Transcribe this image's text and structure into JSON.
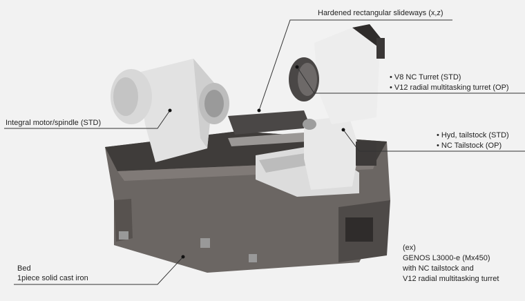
{
  "labels": {
    "slideways": "Hardened rectangular slideways (x,z)",
    "turret": [
      "• V8 NC Turret (STD)",
      "• V12 radial multitasking turret (OP)"
    ],
    "tailstock": [
      "• Hyd, tailstock (STD)",
      "• NC Tailstock (OP)"
    ],
    "spindle": "Integral motor/spindle (STD)",
    "bed": [
      "Bed",
      "1piece solid cast iron"
    ]
  },
  "caption": [
    "(ex)",
    "GENOS L3000-e (Mx450)",
    "with NC tailstock and",
    "V12 radial multitasking turret"
  ],
  "colors": {
    "background": "#f2f2f2",
    "bed": "#6b6663",
    "components": "#e6e6e6",
    "leader": "#333333"
  }
}
